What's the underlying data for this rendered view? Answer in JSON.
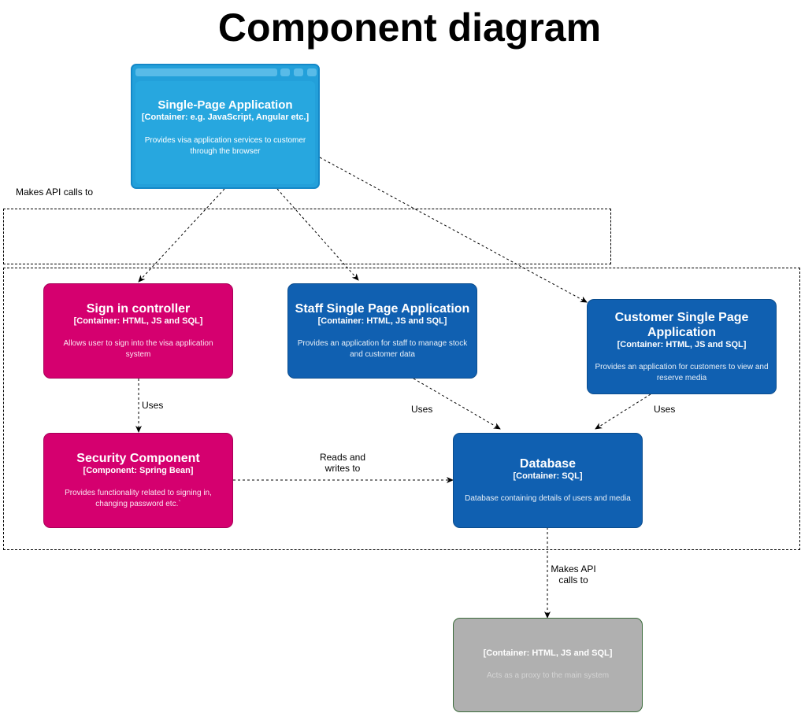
{
  "title": "Component diagram",
  "boundary_label": "Makes API calls to",
  "nodes": {
    "spa": {
      "title": "Single-Page Application",
      "type": "[Container: e.g. JavaScript, Angular etc.]",
      "desc": "Provides visa application services to customer through the browser"
    },
    "signin": {
      "title": "Sign in controller",
      "type": "[Container: HTML, JS and SQL]",
      "desc": "Allows user to sign into the visa application system"
    },
    "staff": {
      "title": "Staff Single Page Application",
      "type": "[Container: HTML, JS and SQL]",
      "desc": "Provides an application for staff to manage stock and customer data"
    },
    "customer": {
      "title": "Customer Single Page Application",
      "type": "[Container: HTML, JS and SQL]",
      "desc": "Provides an application for customers to view and reserve media"
    },
    "security": {
      "title": "Security Component",
      "type": "[Component: Spring Bean]",
      "desc": "Provides functionality related to signing in, changing password etc.`"
    },
    "database": {
      "title": "Database",
      "type": "[Container: SQL]",
      "desc": "Database containing details of users and media"
    },
    "proxy": {
      "type": "[Container: HTML, JS and SQL]",
      "desc": "Acts as a proxy to the main system"
    }
  },
  "edge_labels": {
    "signin_security": "Uses",
    "staff_db": "Uses",
    "customer_db": "Uses",
    "security_db": "Reads and writes to",
    "db_proxy": "Makes API calls to"
  },
  "colors": {
    "spa": "#23a0da",
    "component": "#d5006f",
    "container": "#1060b1",
    "external": "#b0b0b0"
  }
}
